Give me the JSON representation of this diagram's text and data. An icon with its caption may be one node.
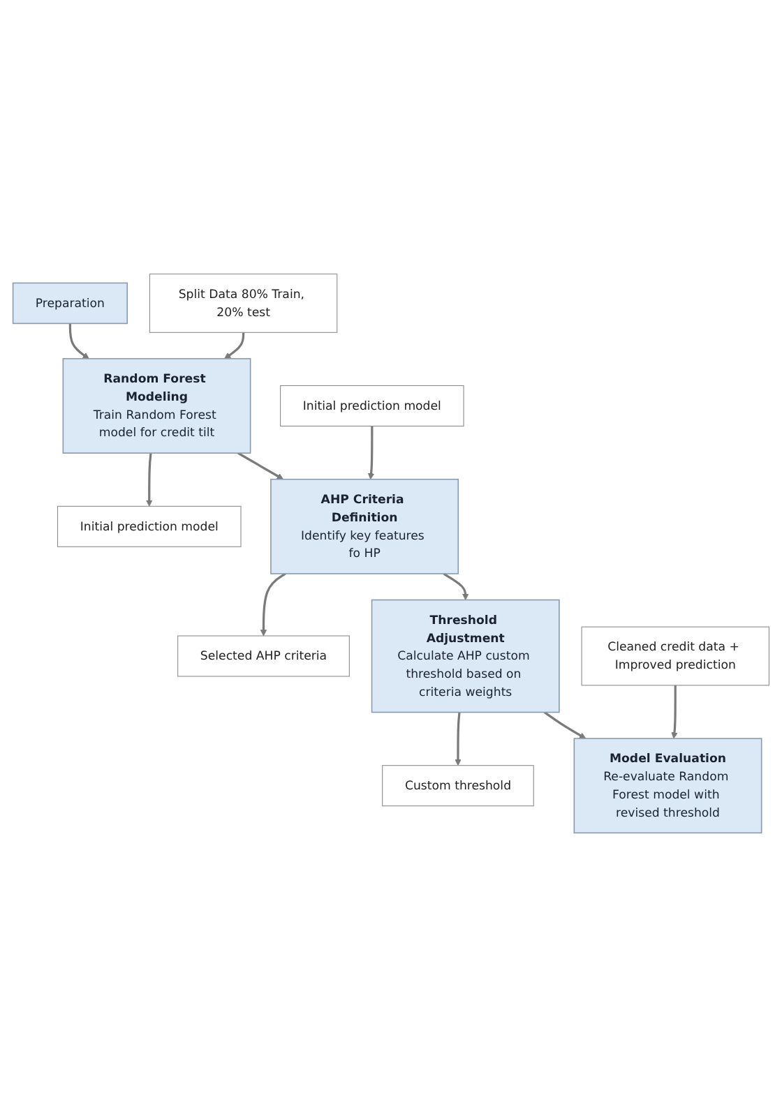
{
  "diagram": {
    "nodes": [
      {
        "text": [
          "Preparation"
        ]
      },
      {
        "text": [
          "Split Data 80% Train, 20% test"
        ]
      },
      {
        "text": [
          "Random Forest Modeling",
          "Train Random Forest model for credit tilt"
        ]
      },
      {
        "text": [
          "Initial prediction model"
        ]
      },
      {
        "text": [
          "Initial prediction model"
        ]
      },
      {
        "text": [
          "AHP Criteria Definition",
          "Identify key features fo HP"
        ]
      },
      {
        "text": [
          "Selected AHP criteria"
        ]
      },
      {
        "text": [
          "Threshold Adjustment",
          "Calculate AHP custom threshold based on criteria weights"
        ]
      },
      {
        "text": [
          "Custom threshold"
        ]
      },
      {
        "text": [
          "Cleaned credit data + Improved prediction"
        ]
      },
      {
        "text": [
          "Model Evaluation",
          "Re-evaluate Random Forest model with revised threshold"
        ]
      }
    ],
    "edges": [
      {
        "from": 0,
        "to": 2,
        "arrow": "to"
      },
      {
        "from": 1,
        "to": 2,
        "arrow": "to"
      },
      {
        "from": 2,
        "to": 3,
        "arrow": "to"
      },
      {
        "from": 2,
        "to": 5,
        "arrow": "to"
      },
      {
        "from": 4,
        "to": 5,
        "arrow": "to"
      },
      {
        "from": 5,
        "to": 6,
        "arrow": "to"
      },
      {
        "from": 5,
        "to": 7,
        "arrow": "to"
      },
      {
        "from": 7,
        "to": 8,
        "arrow": "to"
      },
      {
        "from": 7,
        "to": 10,
        "arrow": "to"
      },
      {
        "from": 9,
        "to": 10,
        "arrow": "to"
      }
    ]
  }
}
